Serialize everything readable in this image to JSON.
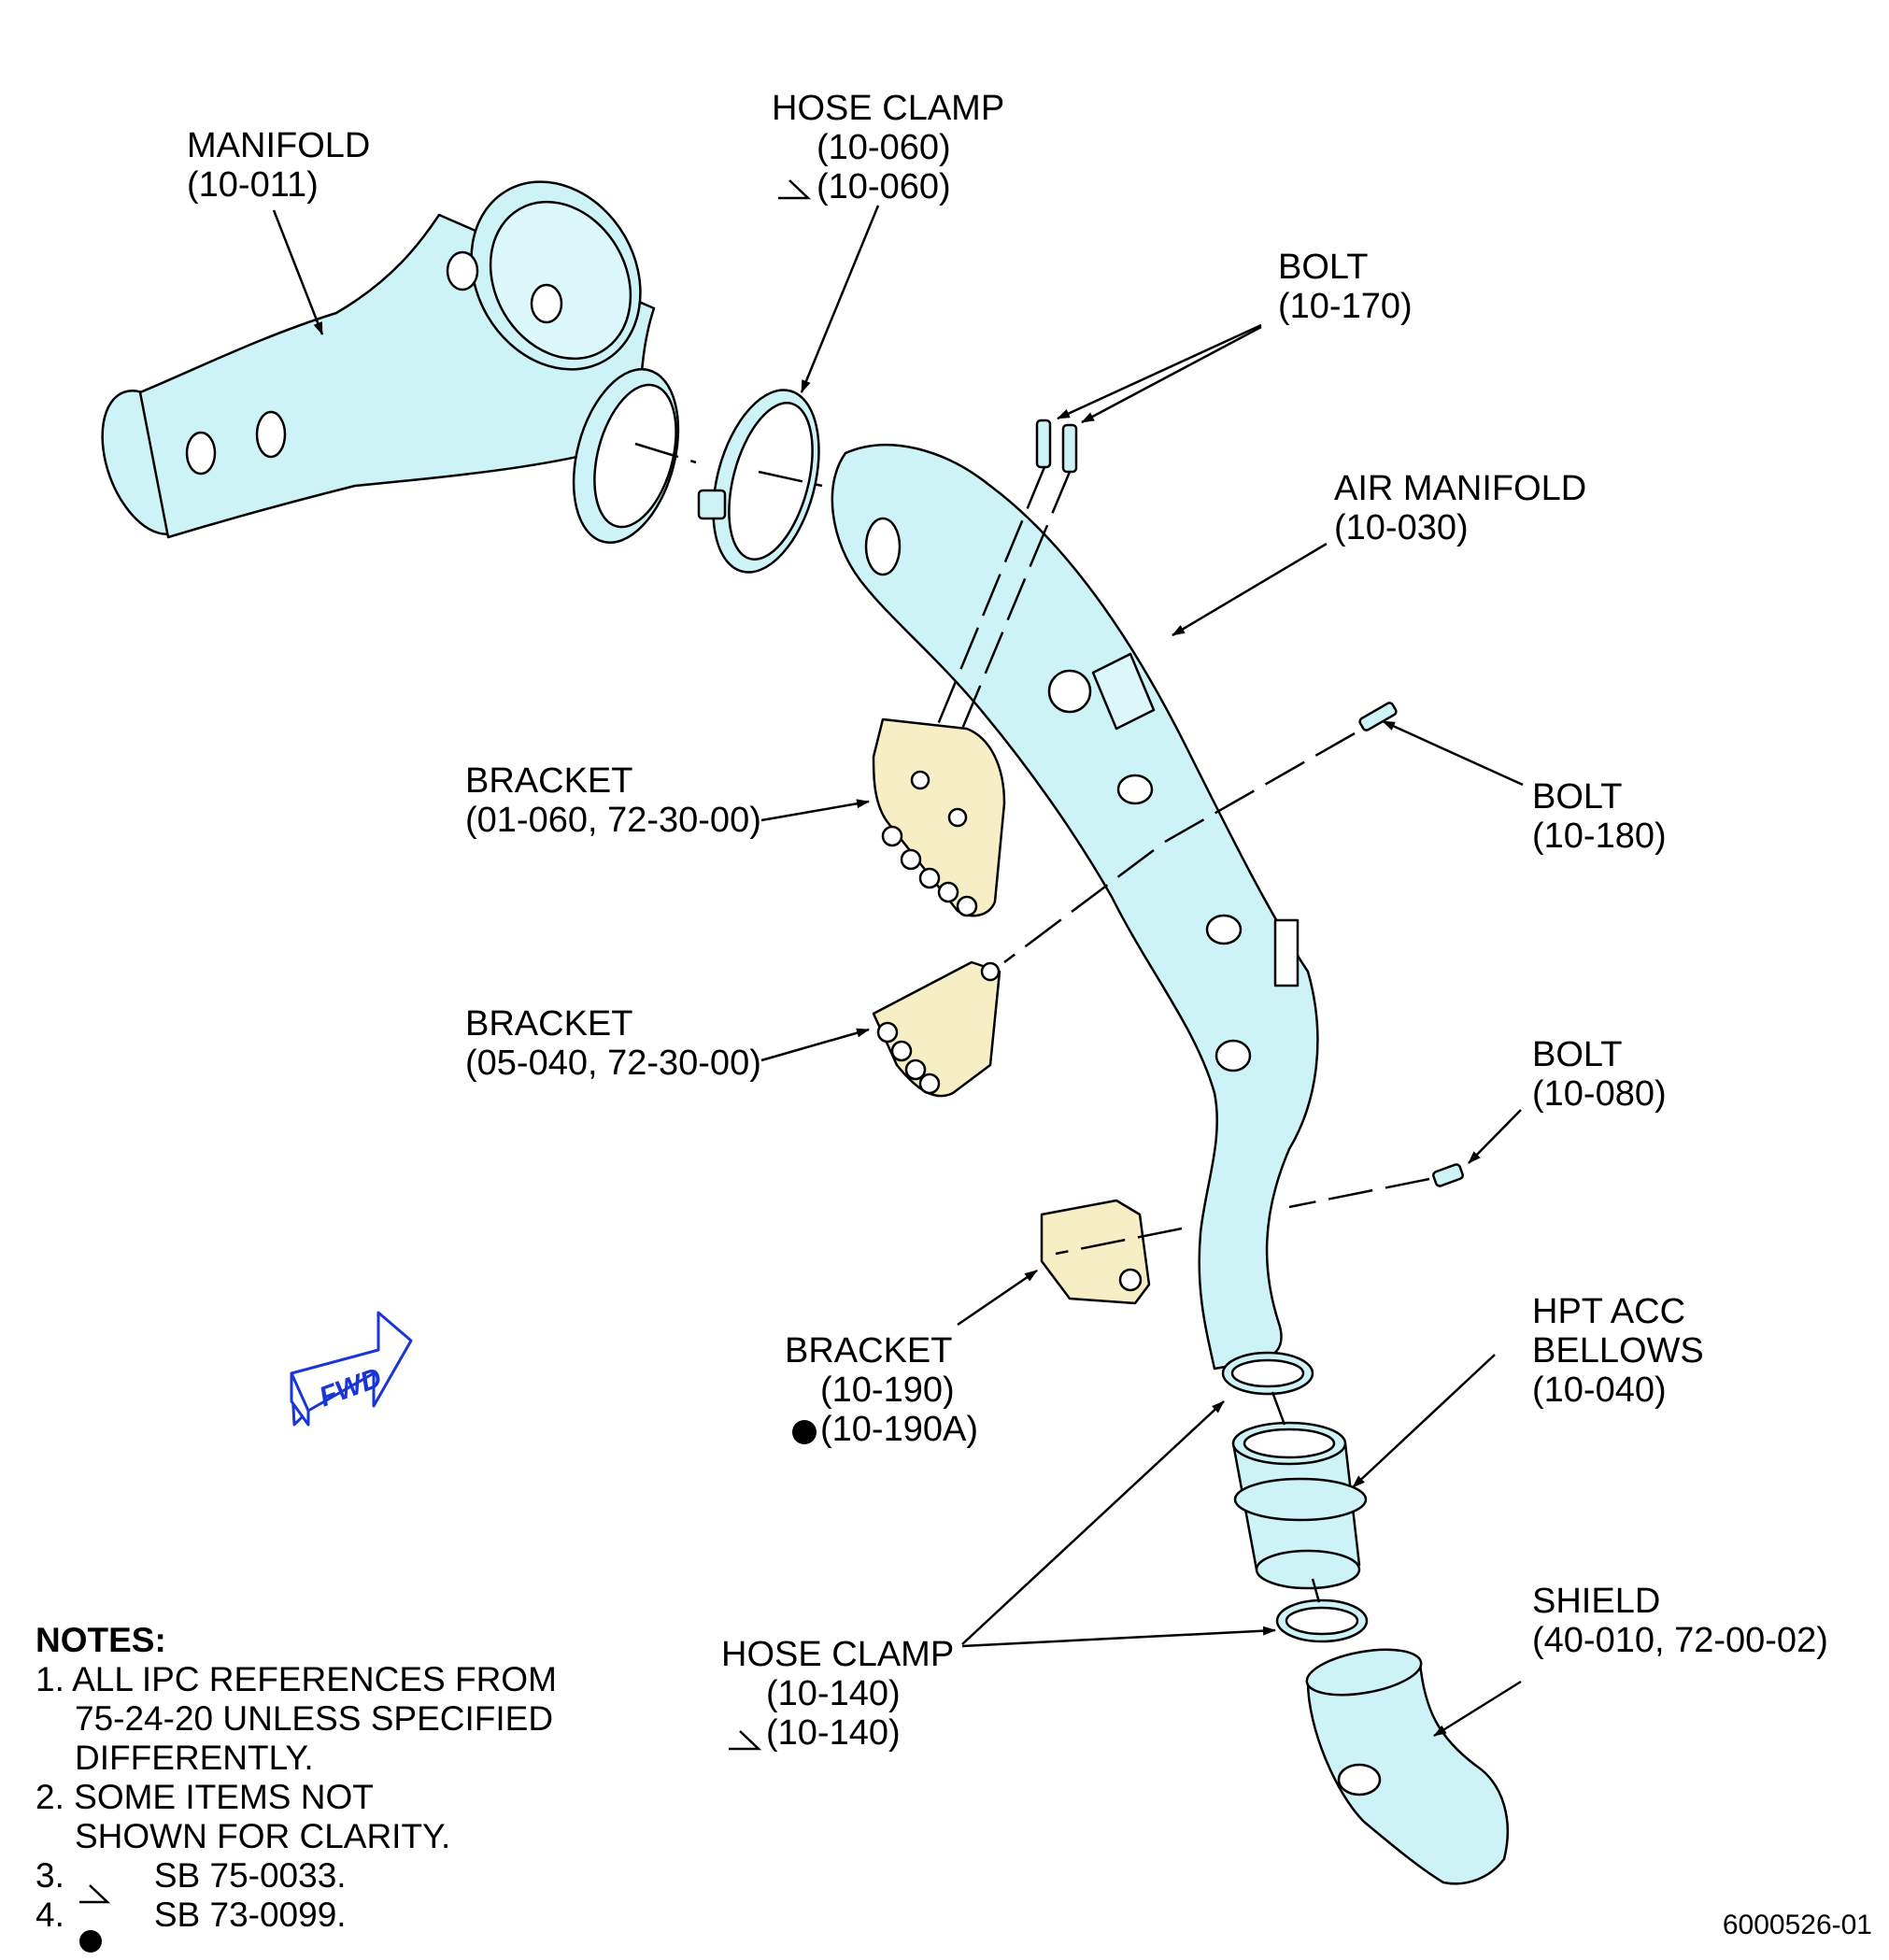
{
  "labels": {
    "manifold": {
      "name": "MANIFOLD",
      "ref": "(10-011)"
    },
    "hose_clamp_top": {
      "name": "HOSE CLAMP",
      "ref": "(10-060)",
      "ref_sb": "(10-060)"
    },
    "bolt_170": {
      "name": "BOLT",
      "ref": "(10-170)"
    },
    "air_manifold": {
      "name": "AIR MANIFOLD",
      "ref": "(10-030)"
    },
    "bracket_01": {
      "name": "BRACKET",
      "ref": "(01-060, 72-30-00)"
    },
    "bolt_180": {
      "name": "BOLT",
      "ref": "(10-180)"
    },
    "bracket_05": {
      "name": "BRACKET",
      "ref": "(05-040, 72-30-00)"
    },
    "bolt_080": {
      "name": "BOLT",
      "ref": "(10-080)"
    },
    "bracket_190": {
      "name": "BRACKET",
      "ref": "(10-190)",
      "ref_sb": "(10-190A)"
    },
    "bellows": {
      "name_1": "HPT ACC",
      "name_2": "BELLOWS",
      "ref": "(10-040)"
    },
    "hose_clamp_bottom": {
      "name": "HOSE CLAMP",
      "ref": "(10-140)",
      "ref_sb": "(10-140)"
    },
    "shield": {
      "name": "SHIELD",
      "ref": "(40-010, 72-00-02)"
    }
  },
  "fwd_arrow": {
    "text": "FWD"
  },
  "notes": {
    "heading": "NOTES:",
    "n1_num": "1.",
    "n1_l1": "ALL IPC REFERENCES FROM",
    "n1_l2": "75-24-20 UNLESS SPECIFIED",
    "n1_l3": "DIFFERENTLY.",
    "n2_num": "2.",
    "n2_l1": "SOME ITEMS NOT",
    "n2_l2": "SHOWN FOR CLARITY.",
    "n3_num": "3.",
    "n3_text": "SB 75-0033.",
    "n4_num": "4.",
    "n4_text": "SB 73-0099."
  },
  "figure_id": "6000526-01",
  "colors": {
    "part_fill": "#cdf3f6",
    "bracket_fill": "#f6eec4",
    "line": "#000000",
    "fwd": "#1a35d6"
  }
}
